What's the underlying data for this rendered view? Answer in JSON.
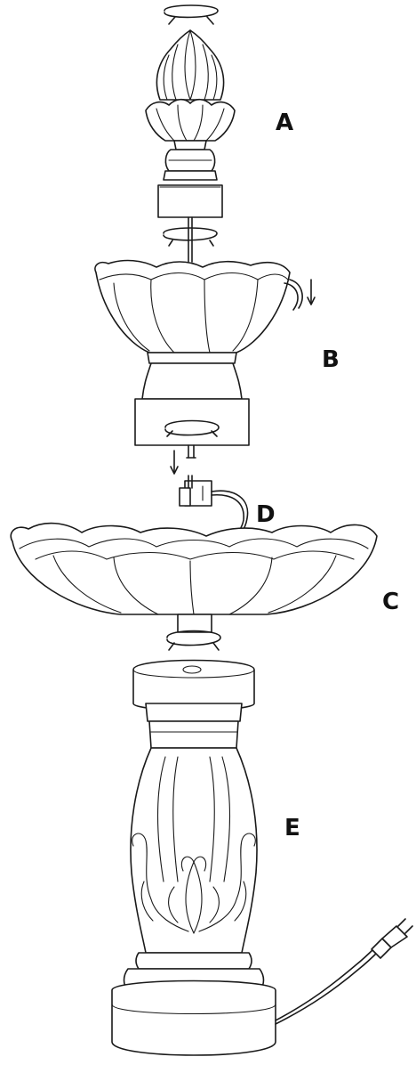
{
  "labels": {
    "a": "A",
    "b": "B",
    "c": "C",
    "d": "D",
    "e": "E"
  },
  "colors": {
    "line": "#1a1a1a",
    "background": "#ffffff"
  }
}
